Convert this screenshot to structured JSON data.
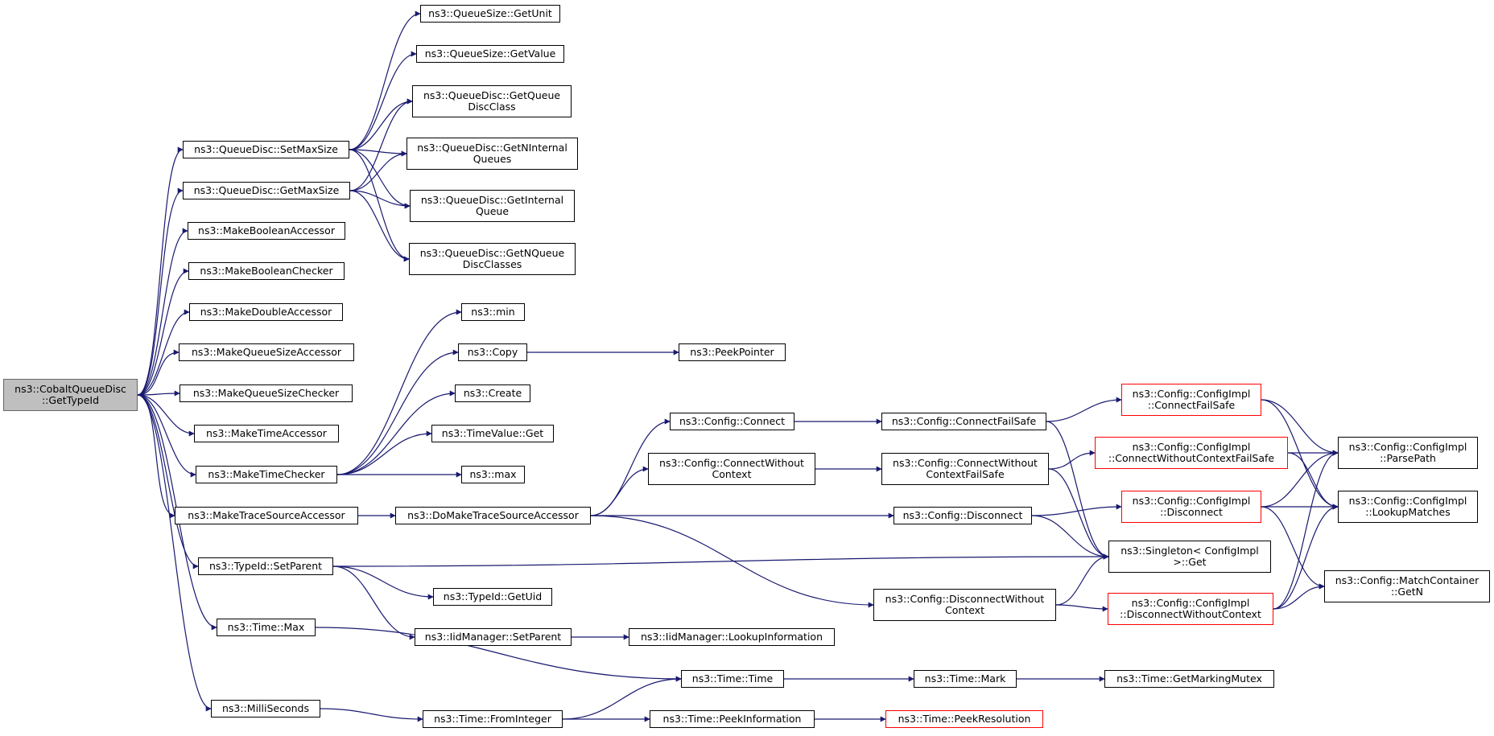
{
  "colors": {
    "edge": "#191970",
    "node_border": "#000000",
    "truncated_border": "#ff0000",
    "root_fill": "#bfbfbf"
  },
  "nodes": {
    "root": {
      "l1": "ns3::CobaltQueueDisc",
      "l2": "::GetTypeId"
    },
    "qs_getunit": {
      "l1": "ns3::QueueSize::GetUnit"
    },
    "qs_getvalue": {
      "l1": "ns3::QueueSize::GetValue"
    },
    "qd_getqueuedisc": {
      "l1": "ns3::QueueDisc::GetQueue",
      "l2": "DiscClass"
    },
    "qd_getninternal": {
      "l1": "ns3::QueueDisc::GetNInternal",
      "l2": "Queues"
    },
    "qd_getinternal": {
      "l1": "ns3::QueueDisc::GetInternal",
      "l2": "Queue"
    },
    "qd_getnqueue": {
      "l1": "ns3::QueueDisc::GetNQueue",
      "l2": "DiscClasses"
    },
    "qd_setmaxsize": {
      "l1": "ns3::QueueDisc::SetMaxSize"
    },
    "qd_getmaxsize": {
      "l1": "ns3::QueueDisc::GetMaxSize"
    },
    "mk_boolacc": {
      "l1": "ns3::MakeBooleanAccessor"
    },
    "mk_boolchk": {
      "l1": "ns3::MakeBooleanChecker"
    },
    "mk_dblacc": {
      "l1": "ns3::MakeDoubleAccessor"
    },
    "mk_qsacc": {
      "l1": "ns3::MakeQueueSizeAccessor"
    },
    "mk_qschk": {
      "l1": "ns3::MakeQueueSizeChecker"
    },
    "mk_timeacc": {
      "l1": "ns3::MakeTimeAccessor"
    },
    "mk_timechk": {
      "l1": "ns3::MakeTimeChecker"
    },
    "mk_tsacc": {
      "l1": "ns3::MakeTraceSourceAccessor"
    },
    "tid_setparent": {
      "l1": "ns3::TypeId::SetParent"
    },
    "time_max": {
      "l1": "ns3::Time::Max"
    },
    "milliseconds": {
      "l1": "ns3::MilliSeconds"
    },
    "min": {
      "l1": "ns3::min"
    },
    "copy": {
      "l1": "ns3::Copy"
    },
    "create": {
      "l1": "ns3::Create"
    },
    "tv_get": {
      "l1": "ns3::TimeValue::Get"
    },
    "max": {
      "l1": "ns3::max"
    },
    "peekpointer": {
      "l1": "ns3::PeekPointer"
    },
    "domake_tsacc": {
      "l1": "ns3::DoMakeTraceSourceAccessor"
    },
    "tid_getuid": {
      "l1": "ns3::TypeId::GetUid"
    },
    "iid_setparent": {
      "l1": "ns3::IidManager::SetParent"
    },
    "iid_lookup": {
      "l1": "ns3::IidManager::LookupInformation"
    },
    "time_time": {
      "l1": "ns3::Time::Time"
    },
    "time_frominteger": {
      "l1": "ns3::Time::FromInteger"
    },
    "time_peekinfo": {
      "l1": "ns3::Time::PeekInformation"
    },
    "time_peekres": {
      "l1": "ns3::Time::PeekResolution"
    },
    "time_mark": {
      "l1": "ns3::Time::Mark"
    },
    "time_getmutex": {
      "l1": "ns3::Time::GetMarkingMutex"
    },
    "cfg_connect": {
      "l1": "ns3::Config::Connect"
    },
    "cfg_connectwc": {
      "l1": "ns3::Config::ConnectWithout",
      "l2": "Context"
    },
    "cfg_disconnect": {
      "l1": "ns3::Config::Disconnect"
    },
    "cfg_disconnectwc": {
      "l1": "ns3::Config::DisconnectWithout",
      "l2": "Context"
    },
    "cfg_connectfs": {
      "l1": "ns3::Config::ConnectFailSafe"
    },
    "cfg_connectwcfs": {
      "l1": "ns3::Config::ConnectWithout",
      "l2": "ContextFailSafe"
    },
    "singleton_get": {
      "l1": "ns3::Singleton< ConfigImpl",
      "l2": " >::Get"
    },
    "ci_connectfs": {
      "l1": "ns3::Config::ConfigImpl",
      "l2": "::ConnectFailSafe"
    },
    "ci_connectwcfs": {
      "l1": "ns3::Config::ConfigImpl",
      "l2": "::ConnectWithoutContextFailSafe"
    },
    "ci_disconnect": {
      "l1": "ns3::Config::ConfigImpl",
      "l2": "::Disconnect"
    },
    "ci_disconnectwc": {
      "l1": "ns3::Config::ConfigImpl",
      "l2": "::DisconnectWithoutContext"
    },
    "ci_parsepath": {
      "l1": "ns3::Config::ConfigImpl",
      "l2": "::ParsePath"
    },
    "ci_lookupmatches": {
      "l1": "ns3::Config::ConfigImpl",
      "l2": "::LookupMatches"
    },
    "mc_getn": {
      "l1": "ns3::Config::MatchContainer",
      "l2": "::GetN"
    }
  }
}
